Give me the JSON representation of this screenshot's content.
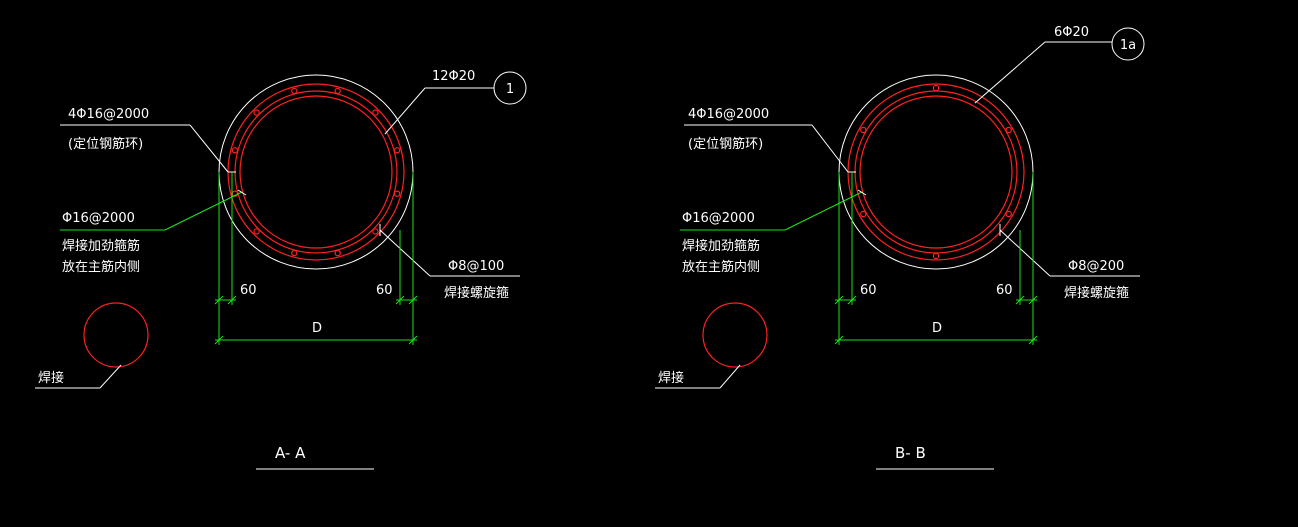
{
  "colors": {
    "background": "#000000",
    "outline": "#ffffff",
    "rebar": "#ff2020",
    "dimension": "#19e619"
  },
  "sections": [
    {
      "id": "a",
      "title": "A- A",
      "main_bar_label": "12Φ20",
      "bubble_label": "1",
      "ring_label": "4Φ16@2000",
      "ring_sub": "(定位钢筋环)",
      "stiff_label": "Φ16@2000",
      "stiff_sub1": "焊接加劲箍筋",
      "stiff_sub2": "放在主筋内侧",
      "spiral_label": "Φ8@100",
      "spiral_sub": "焊接螺旋箍",
      "dim_left": "60",
      "dim_right": "60",
      "dim_total": "D",
      "weld_label": "焊接",
      "bars_on_ring": 12
    },
    {
      "id": "b",
      "title": "B- B",
      "main_bar_label": "6Φ20",
      "bubble_label": "1a",
      "ring_label": "4Φ16@2000",
      "ring_sub": "(定位钢筋环)",
      "stiff_label": "Φ16@2000",
      "stiff_sub1": "焊接加劲箍筋",
      "stiff_sub2": "放在主筋内侧",
      "spiral_label": "Φ8@200",
      "spiral_sub": "焊接螺旋箍",
      "dim_left": "60",
      "dim_right": "60",
      "dim_total": "D",
      "weld_label": "焊接",
      "bars_on_ring": 6
    }
  ]
}
